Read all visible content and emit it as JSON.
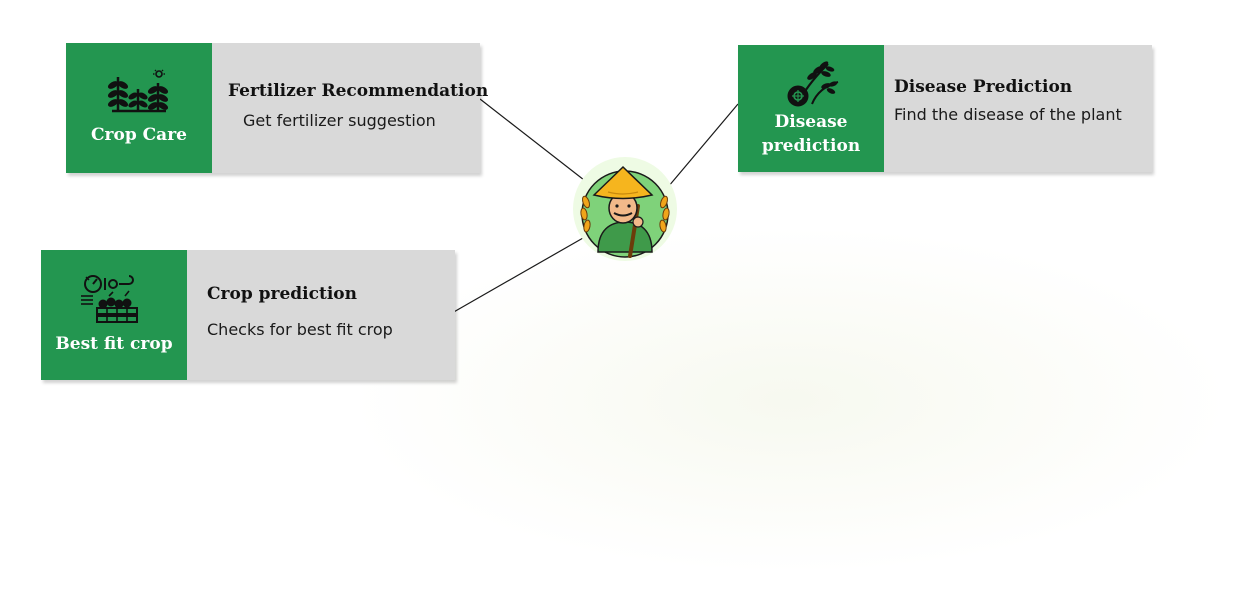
{
  "cards": {
    "fertilizer": {
      "tile_label": "Crop Care",
      "title": "Fertilizer Recommendation",
      "description": "Get fertilizer suggestion",
      "icon": "crop-care-icon"
    },
    "disease": {
      "tile_label_line1": "Disease",
      "tile_label_line2": "prediction",
      "title": "Disease Prediction",
      "description": "Find the disease of the plant",
      "icon": "plant-disease-icon"
    },
    "crop": {
      "tile_label": "Best fit crop",
      "title": "Crop prediction",
      "description": "Checks for best fit crop",
      "icon": "crop-harvest-icon"
    }
  },
  "center": {
    "icon": "farmer-icon"
  },
  "colors": {
    "tile_green": "#239650",
    "card_gray": "#d9d9d9",
    "hat_yellow": "#f6b51e",
    "shirt_green": "#3f9a4a"
  }
}
